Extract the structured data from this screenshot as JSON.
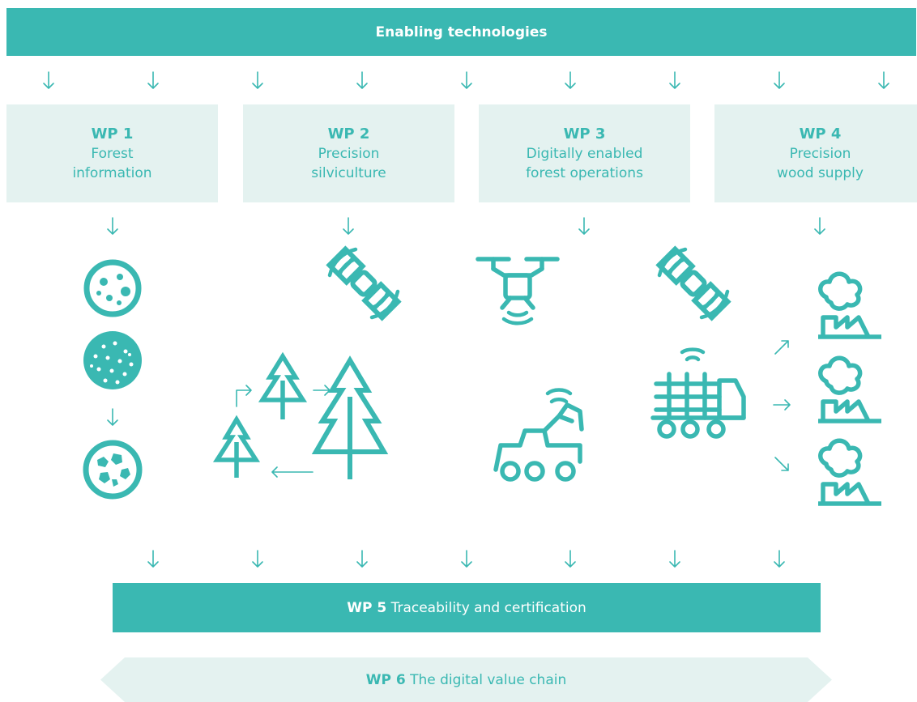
{
  "header": {
    "title": "Enabling technologies"
  },
  "work_packages": [
    {
      "id": "WP 1",
      "line1": "Forest",
      "line2": "information"
    },
    {
      "id": "WP 2",
      "line1": "Precision",
      "line2": "silviculture"
    },
    {
      "id": "WP 3",
      "line1": "Digitally enabled",
      "line2": "forest operations"
    },
    {
      "id": "WP 4",
      "line1": "Precision",
      "line2": "wood supply"
    }
  ],
  "wp5": {
    "id": "WP 5",
    "label": "Traceability and certification"
  },
  "wp6": {
    "id": "WP 6",
    "label": "The digital value chain"
  },
  "icons": [
    "sample-dots-icon",
    "sample-fine-dots-icon",
    "sample-patches-icon",
    "satellite-icon",
    "drone-icon",
    "tree-cycle-icon",
    "harvester-icon",
    "timber-truck-icon",
    "factory-icon"
  ],
  "colors": {
    "accent": "#3ab8b2",
    "light": "#e4f2f0",
    "text_on_accent": "#ffffff"
  }
}
